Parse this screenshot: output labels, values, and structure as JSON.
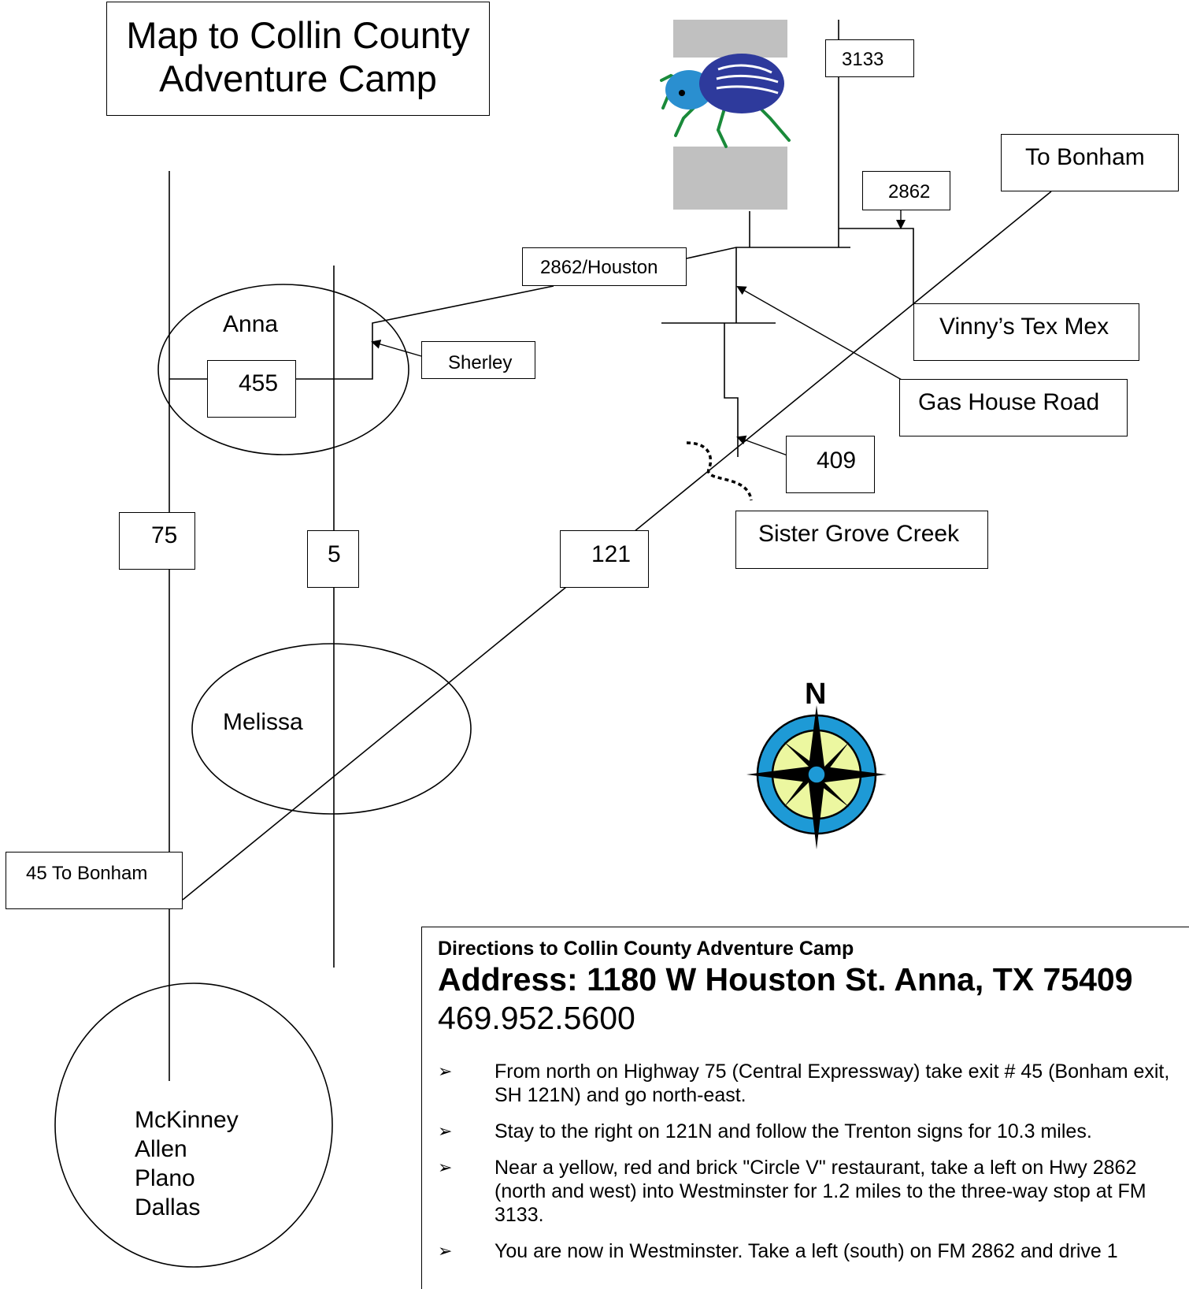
{
  "title": {
    "line1": "Map to Collin County",
    "line2": "Adventure Camp"
  },
  "road_labels": {
    "fm3133": "3133",
    "fm2862": "2862",
    "to_bonham": "To Bonham",
    "houston": "2862/Houston",
    "vinnys": "Vinny’s Tex Mex",
    "sherley": "Sherley",
    "fm455": "455",
    "gas_house": "Gas House Road",
    "fm409": "409",
    "sister_grove": "Sister Grove Creek",
    "hwy75": "75",
    "hwy5": "5",
    "sh121": "121",
    "exit45": "45 To Bonham"
  },
  "places": {
    "anna": "Anna",
    "melissa": "Melissa",
    "south_cities": [
      "McKinney",
      "Allen",
      "Plano",
      "Dallas"
    ]
  },
  "compass": {
    "label": "N",
    "colors": {
      "outer_ring": "#1e9ad6",
      "inner_fill": "#ecf7a0",
      "star": "#000000",
      "hub": "#1e9ad6"
    }
  },
  "logo": {
    "colors": {
      "band": "#c0c0c0",
      "body": "#2e3a9c",
      "head": "#2a8fd0",
      "legs": "#1a8a3a"
    }
  },
  "directions": {
    "heading": "Directions to Collin County Adventure Camp",
    "address": "Address: 1180 W Houston St. Anna, TX 75409",
    "phone": "469.952.5600",
    "bullet": "➢",
    "steps": [
      "From north on Highway 75 (Central Expressway) take exit # 45 (Bonham exit, SH 121N) and go north-east.",
      "Stay to the right on 121N and follow the Trenton signs for 10.3 miles.",
      "Near a yellow, red and brick \"Circle V\" restaurant, take a left on Hwy 2862 (north and west) into Westminster for 1.2 miles to the three-way stop at FM 3133.",
      "You are now in Westminster. Take a left (south) on FM 2862 and drive 1"
    ]
  }
}
